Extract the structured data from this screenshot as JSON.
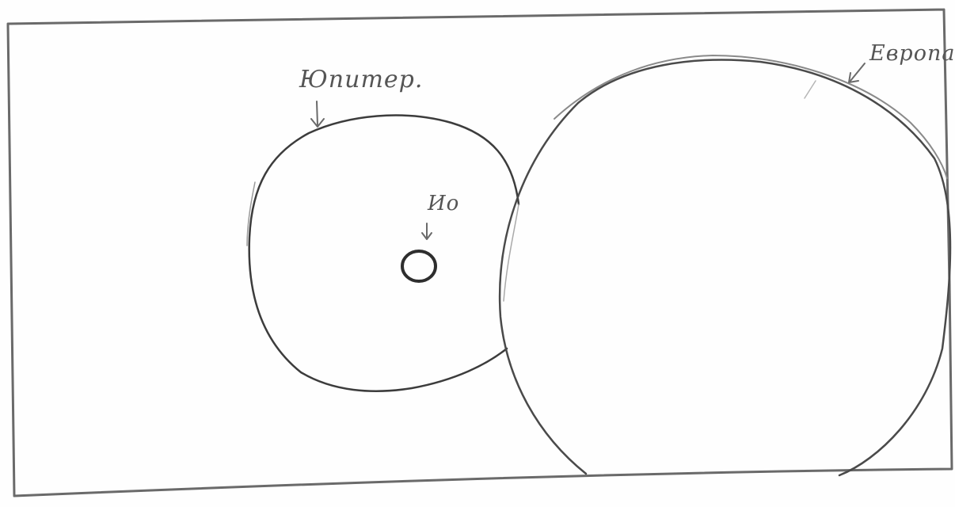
{
  "colors": {
    "paper": "#fefefe",
    "pencil_dark": "#3c3c3c",
    "pencil_mid": "#6a6a6a",
    "pencil_light": "#9a9a9a"
  },
  "labels": {
    "jupiter": "Юпитер.",
    "io": "Ио",
    "europa": "Европа"
  },
  "arrows": {
    "jupiter": "arrow-down-icon",
    "io": "arrow-down-icon",
    "europa": "arrow-down-left-icon"
  }
}
